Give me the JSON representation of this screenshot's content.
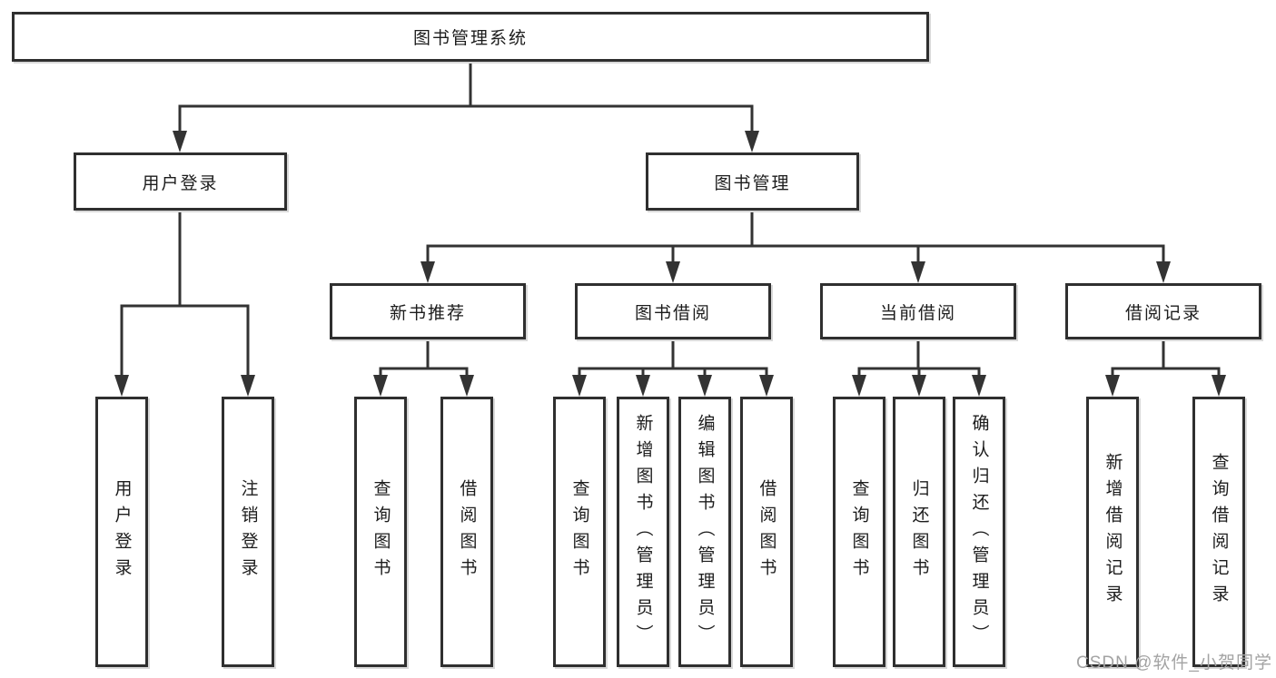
{
  "diagram": {
    "title": "图书管理系统",
    "level2": [
      {
        "label": "用户登录",
        "children": [
          "用户登录",
          "注销登录"
        ]
      },
      {
        "label": "图书管理",
        "children": [
          {
            "label": "新书推荐",
            "children": [
              "查询图书",
              "借阅图书"
            ]
          },
          {
            "label": "图书借阅",
            "children": [
              "查询图书",
              "新增图书（管理员）",
              "编辑图书（管理员）",
              "借阅图书"
            ]
          },
          {
            "label": "当前借阅",
            "children": [
              "查询图书",
              "归还图书",
              "确认归还（管理员）"
            ]
          },
          {
            "label": "借阅记录",
            "children": [
              "新增借阅记录",
              "查询借阅记录"
            ]
          }
        ]
      }
    ]
  },
  "watermark": "CSDN @软件_小贺同学",
  "colors": {
    "line": "#333333",
    "box_border": "#2f2f2f",
    "box_fill": "#ffffff",
    "text": "#1c1c1c",
    "watermark": "#a3a3a3"
  }
}
